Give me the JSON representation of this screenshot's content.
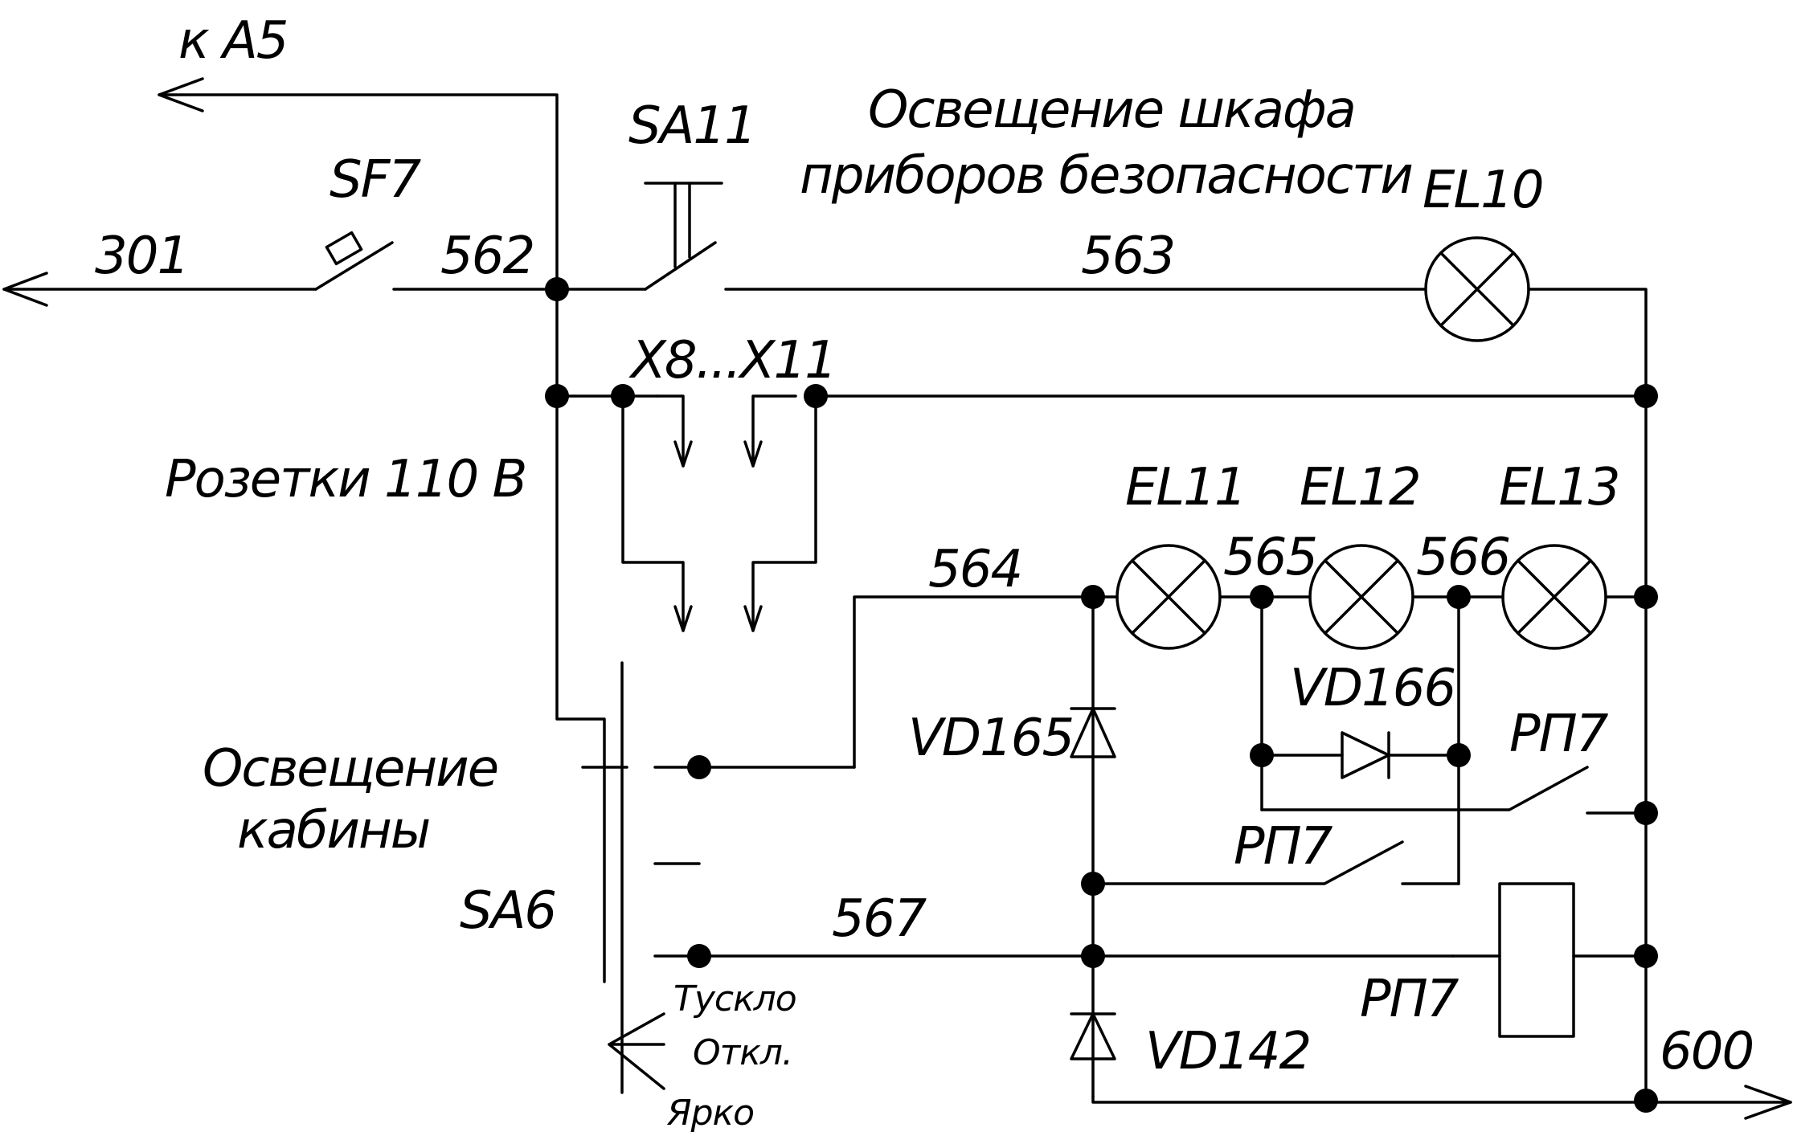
{
  "wires": {
    "to_a5": "к А5",
    "w301": "301",
    "w562": "562",
    "w563": "563",
    "w564": "564",
    "w565": "565",
    "w566": "566",
    "w567": "567",
    "w600": "600"
  },
  "components": {
    "sf7": "SF7",
    "sa11": "SA11",
    "el10": "EL10",
    "x8_x11": "X8...X11",
    "el11": "EL11",
    "el12": "EL12",
    "el13": "EL13",
    "vd165": "VD165",
    "vd166": "VD166",
    "vd142": "VD142",
    "rp7_contact_upper": "РП7",
    "rp7_contact_lower": "РП7",
    "rp7_coil": "РП7",
    "sa6": "SA6"
  },
  "captions": {
    "cabinet_lighting_line1": "Освещение шкафа",
    "cabinet_lighting_line2": "приборов безопасности",
    "sockets": "Розетки 110 В",
    "cabin_lighting_line1": "Освещение",
    "cabin_lighting_line2": "кабины"
  },
  "switch_positions": {
    "dim": "Тускло",
    "off": "Откл.",
    "bright": "Ярко"
  }
}
